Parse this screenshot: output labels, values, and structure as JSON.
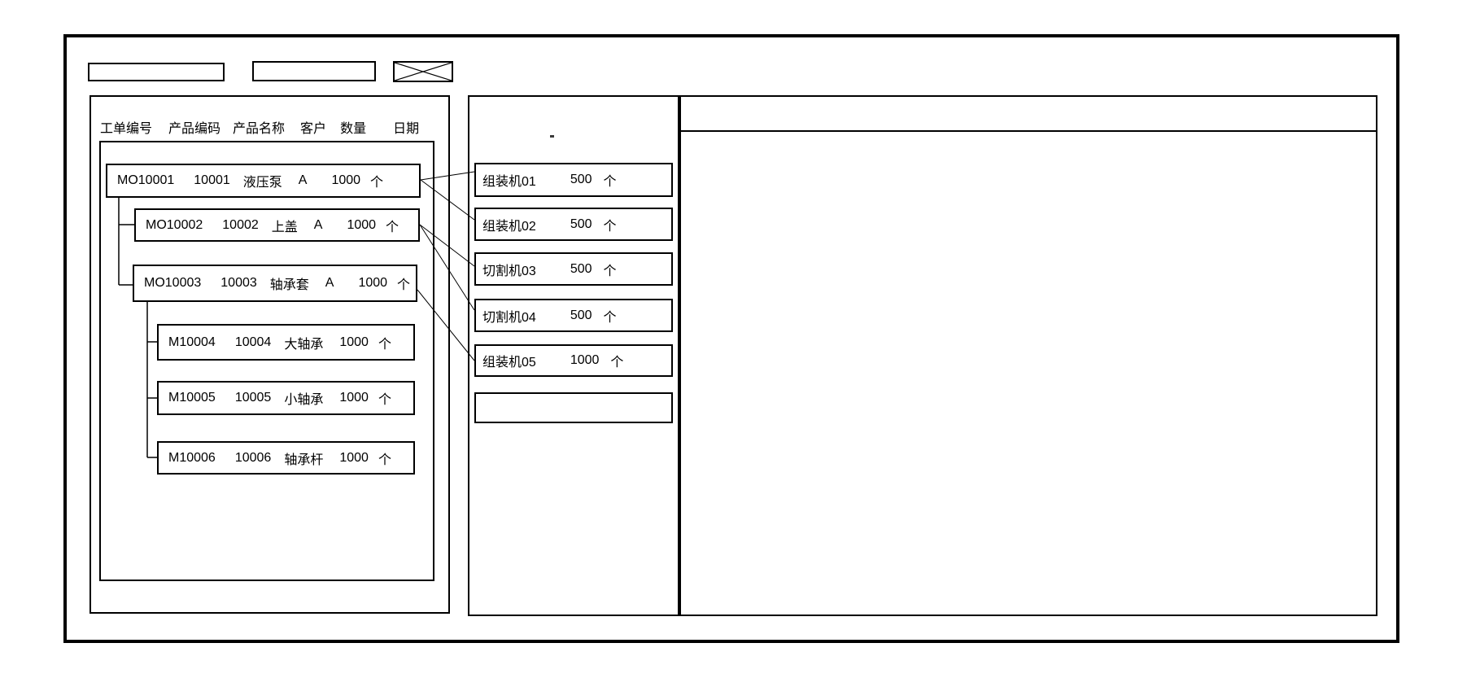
{
  "top_bar": {
    "field1_value": "",
    "field2_value": ""
  },
  "left_panel": {
    "columns": [
      "工单编号",
      "产品编码",
      "产品名称",
      "客户",
      "数量",
      "日期"
    ],
    "orders": [
      {
        "id": "MO10001",
        "code": "10001",
        "product": "液压泵",
        "customer": "A",
        "qty": "1000",
        "unit": "个"
      },
      {
        "id": "MO10002",
        "code": "10002",
        "product": "上盖",
        "customer": "A",
        "qty": "1000",
        "unit": "个"
      },
      {
        "id": "MO10003",
        "code": "10003",
        "product": "轴承套",
        "customer": "A",
        "qty": "1000",
        "unit": "个"
      },
      {
        "id": "M10004",
        "code": "10004",
        "product": "大轴承",
        "customer": "",
        "qty": "1000",
        "unit": "个"
      },
      {
        "id": "M10005",
        "code": "10005",
        "product": "小轴承",
        "customer": "",
        "qty": "1000",
        "unit": "个"
      },
      {
        "id": "M10006",
        "code": "10006",
        "product": "轴承杆",
        "customer": "",
        "qty": "1000",
        "unit": "个"
      }
    ]
  },
  "middle_panel": {
    "machines": [
      {
        "name": "组装机01",
        "qty": "500",
        "unit": "个"
      },
      {
        "name": "组装机02",
        "qty": "500",
        "unit": "个"
      },
      {
        "name": "切割机03",
        "qty": "500",
        "unit": "个"
      },
      {
        "name": "切割机04",
        "qty": "500",
        "unit": "个"
      },
      {
        "name": "组装机05",
        "qty": "1000",
        "unit": "个"
      },
      {
        "name": "",
        "qty": "",
        "unit": ""
      }
    ]
  },
  "assignments": [
    {
      "order": "MO10001",
      "machine": "组装机01"
    },
    {
      "order": "MO10001",
      "machine": "组装机02"
    },
    {
      "order": "MO10002",
      "machine": "切割机03"
    },
    {
      "order": "MO10002",
      "machine": "切割机04"
    },
    {
      "order": "MO10003",
      "machine": "组装机05"
    }
  ],
  "colors": {
    "stroke": "#000000",
    "background": "#ffffff"
  }
}
